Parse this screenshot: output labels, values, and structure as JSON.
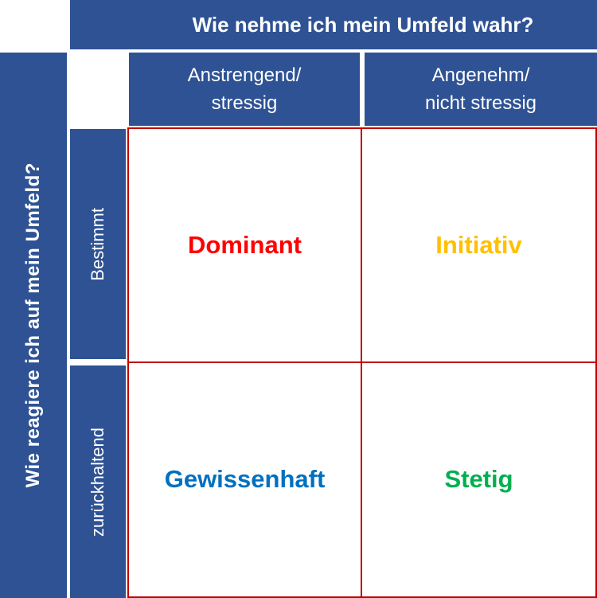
{
  "top_axis": {
    "label": "Wie nehme ich mein Umfeld wahr?"
  },
  "left_axis": {
    "label": "Wie reagiere ich auf mein Umfeld?"
  },
  "columns": [
    {
      "line1": "Anstrengend/",
      "line2": "stressig"
    },
    {
      "line1": "Angenehm/",
      "line2": "nicht stressig"
    }
  ],
  "rows": [
    {
      "label": "Bestimmt"
    },
    {
      "label": "zurückhaltend"
    }
  ],
  "quadrants": [
    {
      "label": "Dominant",
      "color": "#FF0000"
    },
    {
      "label": "Initiativ",
      "color": "#FFC000"
    },
    {
      "label": "Gewissenhaft",
      "color": "#0070C0"
    },
    {
      "label": "Stetig",
      "color": "#00B050"
    }
  ],
  "theme": {
    "blue": "#2E5294",
    "line-red": "#C00000"
  }
}
